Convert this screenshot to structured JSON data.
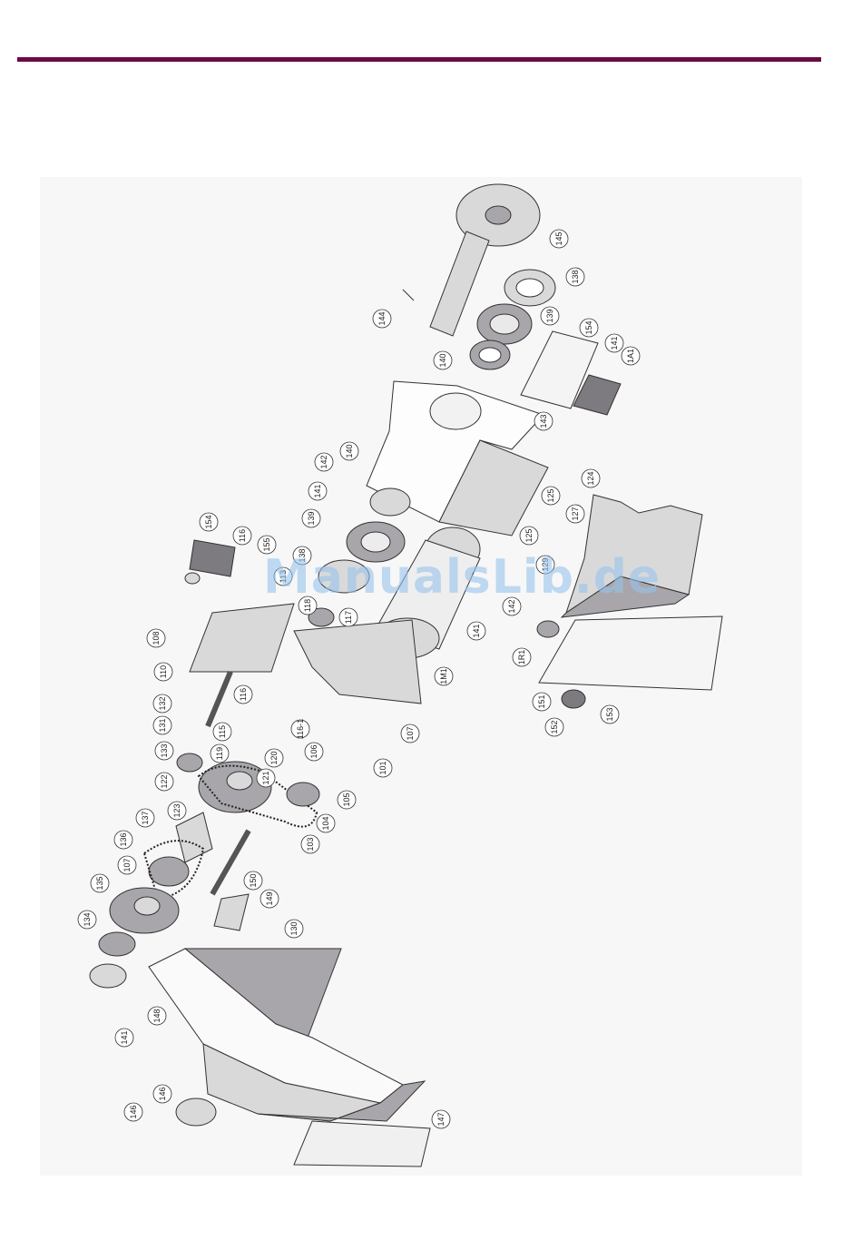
{
  "colors": {
    "rule": "#6b0a45",
    "grey_light": "#d9d9d9",
    "grey_mid": "#a9a6ab",
    "grey_dark": "#7d7a80",
    "watermark": "#9cc7ea"
  },
  "watermark": "ManualsLib.de",
  "callouts": [
    {
      "label": "145"
    },
    {
      "label": "138"
    },
    {
      "label": "139"
    },
    {
      "label": "144"
    },
    {
      "label": "140"
    },
    {
      "label": "154"
    },
    {
      "label": "141"
    },
    {
      "label": "1A1"
    },
    {
      "label": "143"
    },
    {
      "label": "142"
    },
    {
      "label": "140"
    },
    {
      "label": "141"
    },
    {
      "label": "139"
    },
    {
      "label": "138"
    },
    {
      "label": "125"
    },
    {
      "label": "124"
    },
    {
      "label": "127"
    },
    {
      "label": "125"
    },
    {
      "label": "129"
    },
    {
      "label": "154"
    },
    {
      "label": "116"
    },
    {
      "label": "155"
    },
    {
      "label": "113"
    },
    {
      "label": "118"
    },
    {
      "label": "117"
    },
    {
      "label": "142"
    },
    {
      "label": "141"
    },
    {
      "label": "108"
    },
    {
      "label": "1M1"
    },
    {
      "label": "1R1"
    },
    {
      "label": "110"
    },
    {
      "label": "116"
    },
    {
      "label": "151"
    },
    {
      "label": "132"
    },
    {
      "label": "115"
    },
    {
      "label": "116-1"
    },
    {
      "label": "107"
    },
    {
      "label": "152"
    },
    {
      "label": "153"
    },
    {
      "label": "131"
    },
    {
      "label": "119"
    },
    {
      "label": "120"
    },
    {
      "label": "106"
    },
    {
      "label": "101"
    },
    {
      "label": "133"
    },
    {
      "label": "121"
    },
    {
      "label": "105"
    },
    {
      "label": "122"
    },
    {
      "label": "104"
    },
    {
      "label": "123"
    },
    {
      "label": "137"
    },
    {
      "label": "103"
    },
    {
      "label": "136"
    },
    {
      "label": "107"
    },
    {
      "label": "150"
    },
    {
      "label": "135"
    },
    {
      "label": "149"
    },
    {
      "label": "134"
    },
    {
      "label": "130"
    },
    {
      "label": "148"
    },
    {
      "label": "141"
    },
    {
      "label": "146"
    },
    {
      "label": "146"
    },
    {
      "label": "147"
    }
  ]
}
